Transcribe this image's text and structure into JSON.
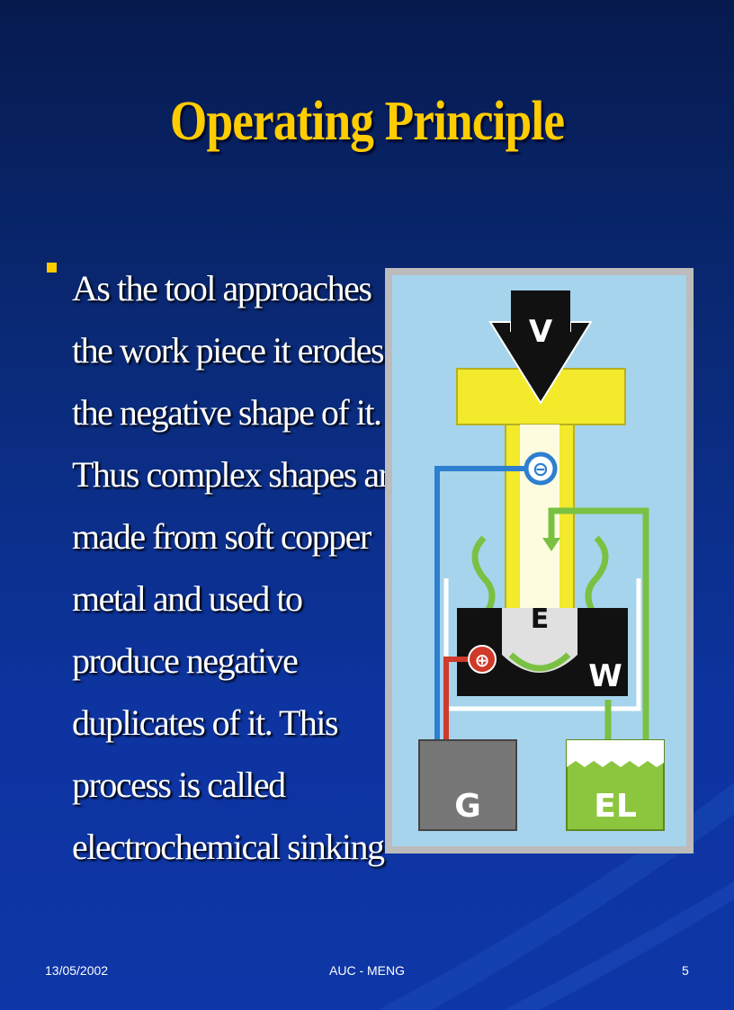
{
  "slide": {
    "title": "Operating Principle",
    "bullet": {
      "lines": [
        "As the tool approaches",
        "the work piece it erodes",
        "the negative shape of it.",
        "Thus complex shapes are",
        "made from soft copper",
        "metal and used to",
        "produce negative",
        "duplicates of it.  This",
        "process is called",
        "electrochemical sinking"
      ]
    },
    "diagram": {
      "labels": {
        "v": "V",
        "e": "E",
        "w": "W",
        "g": "G",
        "el": "EL",
        "minus": "⊖",
        "plus": "⊕"
      }
    },
    "footer": {
      "date": "13/05/2002",
      "center": "AUC - MENG",
      "page": "5"
    }
  },
  "colors": {
    "title": "#ffcc00",
    "bullet": "#ffcc00",
    "text": "#ffffff",
    "background": "#0a2a78"
  }
}
